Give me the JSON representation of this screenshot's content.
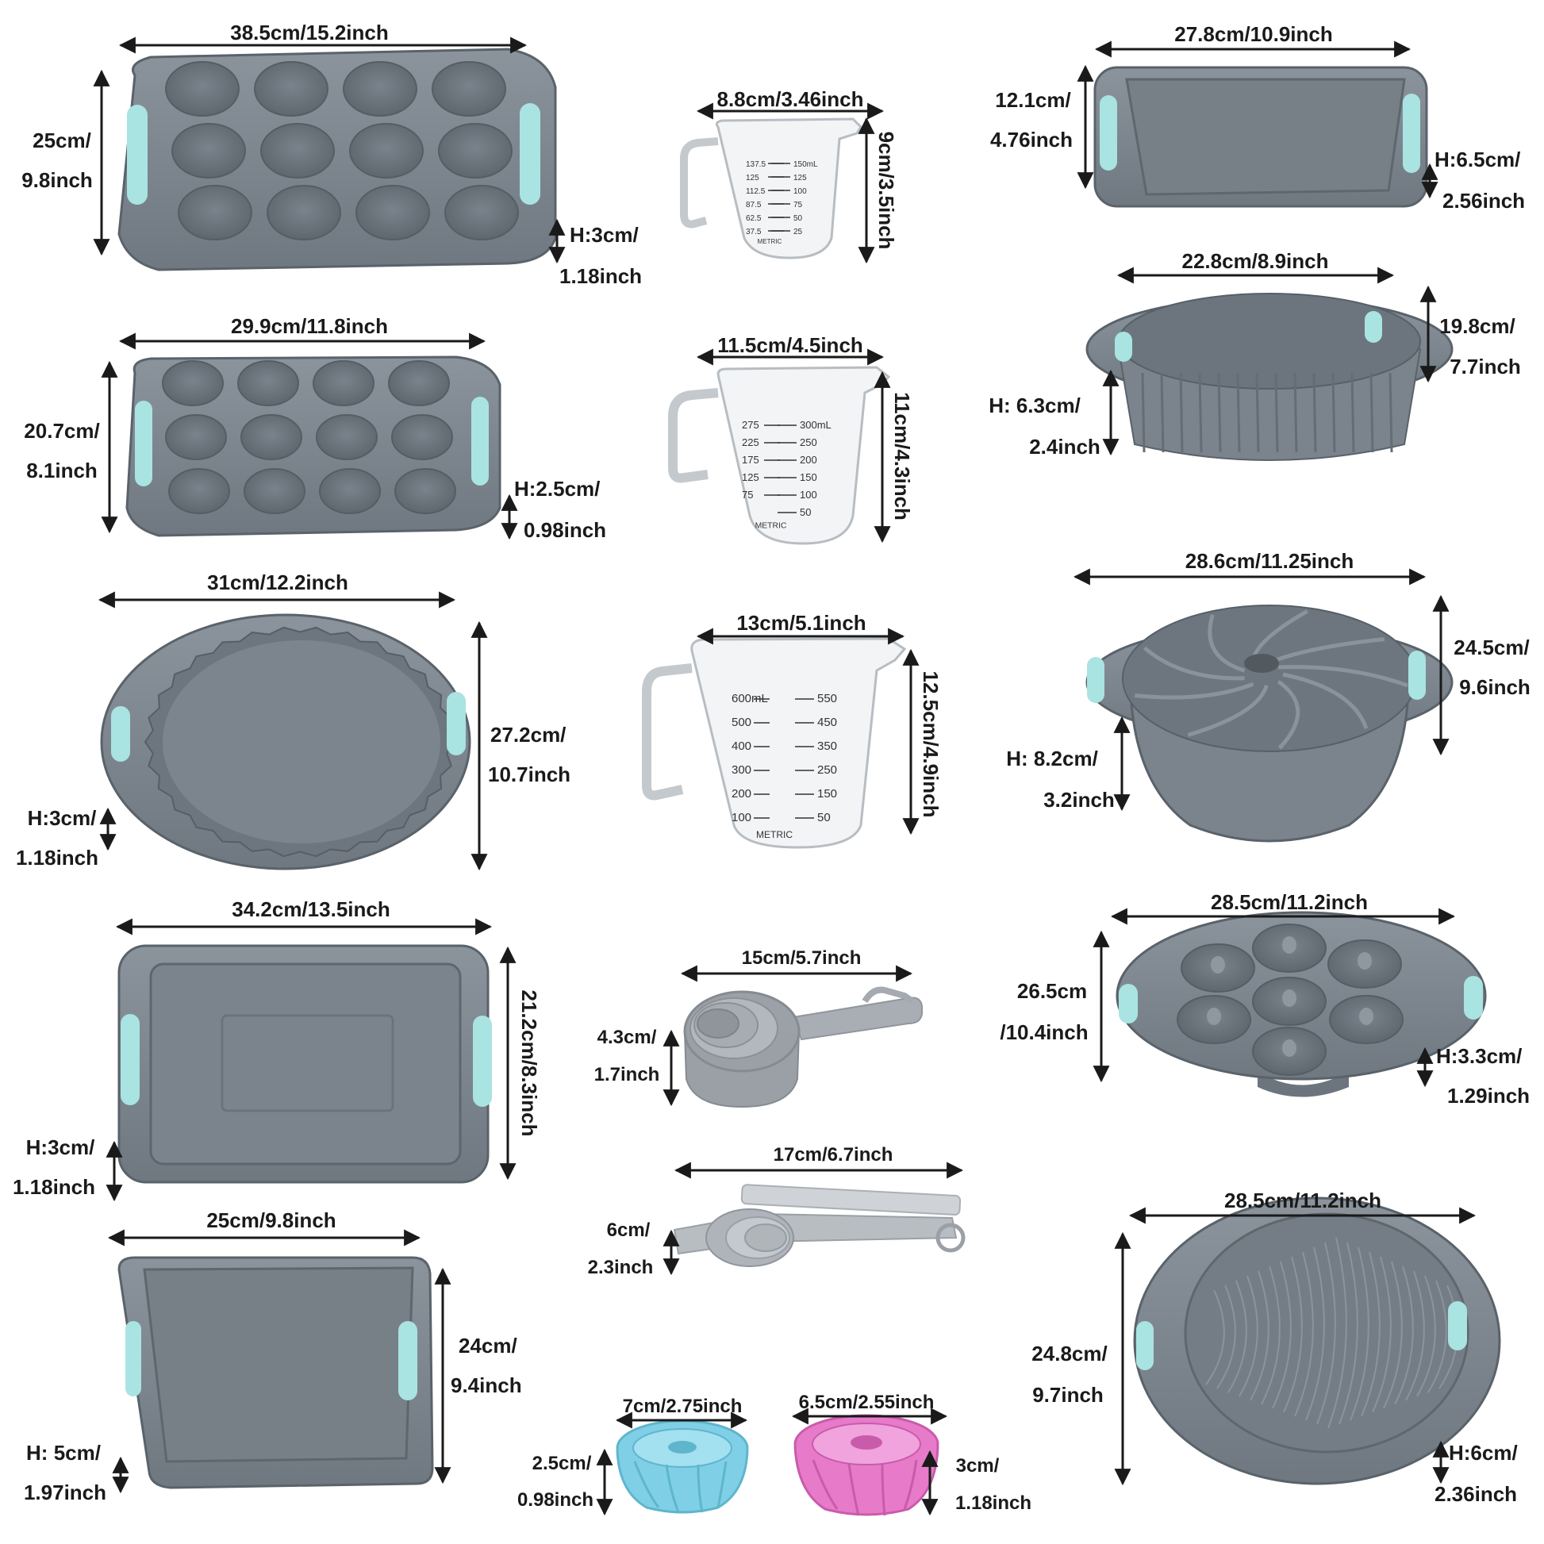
{
  "colors": {
    "pan": "#7f8891",
    "pan_dark": "#6b747d",
    "pan_edge": "#5a626a",
    "handle": "#a9e3e2",
    "cup_blue": "#7fd0e6",
    "cup_pink": "#e77bc9",
    "plastic": "#f2f4f6",
    "text": "#1a1a1a"
  },
  "items": {
    "muffin12_large": {
      "width": "38.5cm/15.2inch",
      "depth": [
        "25cm/",
        "9.8inch"
      ],
      "height": [
        "H:3cm/",
        "1.18inch"
      ]
    },
    "muffin12_small": {
      "width": "29.9cm/11.8inch",
      "depth": [
        "20.7cm/",
        "8.1inch"
      ],
      "height": [
        "H:2.5cm/",
        "0.98inch"
      ]
    },
    "tart_pan": {
      "width": "31cm/12.2inch",
      "depth": [
        "27.2cm/",
        "10.7inch"
      ],
      "height": [
        "H:3cm/",
        "1.18inch"
      ]
    },
    "rect_pan": {
      "width": "34.2cm/13.5inch",
      "depth": "21.2cm/8.3inch",
      "height": [
        "H:3cm/",
        "1.18inch"
      ]
    },
    "square_pan": {
      "width": "25cm/9.8inch",
      "depth": [
        "24cm/",
        "9.4inch"
      ],
      "height": [
        "H:  5cm/",
        "1.97inch"
      ]
    },
    "jug_small": {
      "width": "8.8cm/3.46inch",
      "height": "9cm/3.5inch",
      "marks_left": [
        "137.5",
        "125",
        "112.5",
        "87.5",
        "62.5",
        "37.5"
      ],
      "marks_right": [
        "150mL",
        "125",
        "100",
        "75",
        "50",
        "25"
      ],
      "metric": "METRIC"
    },
    "jug_medium": {
      "width": "11.5cm/4.5inch",
      "height": "11cm/4.3inch",
      "marks_left": [
        "275",
        "225",
        "175",
        "125",
        "75"
      ],
      "marks_right": [
        "300mL",
        "250",
        "200",
        "150",
        "100",
        "50"
      ],
      "metric": "METRIC"
    },
    "jug_large": {
      "width": "13cm/5.1inch",
      "height": "12.5cm/4.9inch",
      "marks_left": [
        "600mL",
        "500",
        "400",
        "300",
        "200",
        "100"
      ],
      "marks_right": [
        "550",
        "450",
        "350",
        "250",
        "150",
        "50"
      ],
      "metric": "METRIC"
    },
    "measuring_cups": {
      "width": "15cm/5.7inch",
      "height": [
        "4.3cm/",
        "1.7inch"
      ]
    },
    "measuring_spoons": {
      "width": "17cm/6.7inch",
      "height": [
        "6cm/",
        "2.3inch"
      ]
    },
    "mini_cup_blue": {
      "width": "7cm/2.75inch",
      "height": [
        "2.5cm/",
        "0.98inch"
      ]
    },
    "mini_cup_pink": {
      "width": "6.5cm/2.55inch",
      "height": [
        "3cm/",
        "1.18inch"
      ]
    },
    "loaf_pan": {
      "width": "27.8cm/10.9inch",
      "depth": [
        "12.1cm/",
        "4.76inch"
      ],
      "height": [
        "H:6.5cm/",
        "2.56inch"
      ]
    },
    "fluted_round": {
      "width": "22.8cm/8.9inch",
      "depth": [
        "19.8cm/",
        "7.7inch"
      ],
      "height": [
        "H:  6.3cm/",
        "2.4inch"
      ]
    },
    "bundt_pan": {
      "width": "28.6cm/11.25inch",
      "depth": [
        "24.5cm/",
        "9.6inch"
      ],
      "height": [
        "H:  8.2cm/",
        "3.2inch"
      ]
    },
    "donut_pan": {
      "width": "28.5cm/11.2inch",
      "depth": [
        "26.5cm",
        "/10.4inch"
      ],
      "height": [
        "H:3.3cm/",
        "1.29inch"
      ]
    },
    "round_pan": {
      "width": "28.5cm/11.2inch",
      "depth": [
        "24.8cm/",
        "9.7inch"
      ],
      "height": [
        "H:6cm/",
        "2.36inch"
      ]
    }
  }
}
